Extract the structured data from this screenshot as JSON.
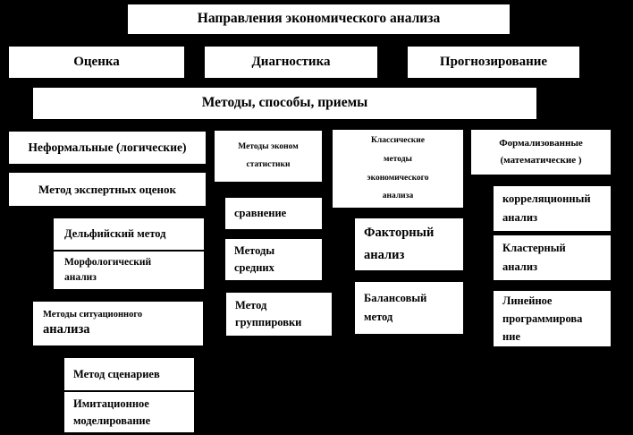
{
  "colors": {
    "background": "#000000",
    "box_fill": "#ffffff",
    "text": "#000000"
  },
  "title": "Направления экономического анализа",
  "directions": {
    "evaluation": "Оценка",
    "diagnostics": "Диагностика",
    "forecasting": "Прогнозирование"
  },
  "methods_bar": "Методы, способы, приемы",
  "informal": {
    "header": "Неформальные (логические)",
    "expert_estimates": "Метод экспертных оценок",
    "delphi": "Дельфийский метод",
    "morphological": "Морфологический анализ",
    "situational_line1": "Методы ситуационного",
    "situational_line2": "анализа",
    "scenarios": "Метод сценариев",
    "simulation": "Имитационное моделирование"
  },
  "economic_statistics": {
    "header": "Методы эконом статистики",
    "comparison": "сравнение",
    "averages": "Методы средних",
    "grouping": "Метод группировки"
  },
  "classical": {
    "header": "Классические методы экономического анализа",
    "factor_analysis": "Факторный анализ",
    "balance_method": "Балансовый метод"
  },
  "formalized": {
    "header": "Формализованные (математические )",
    "correlation": "корреляционный анализ",
    "cluster": "Кластерный анализ",
    "linear_programming": "Линейное программирование"
  }
}
